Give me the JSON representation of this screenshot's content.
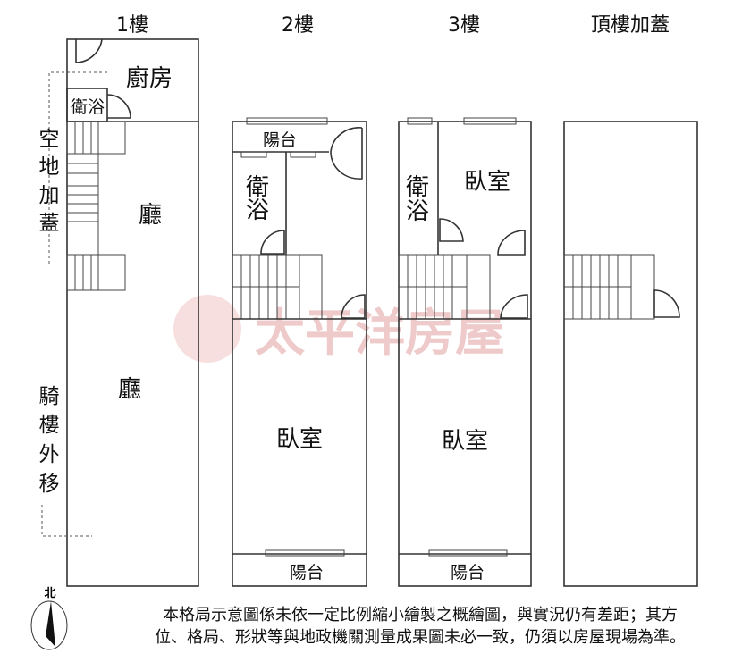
{
  "headers": [
    "1樓",
    "2樓",
    "3樓",
    "頂樓加蓋"
  ],
  "floor1": {
    "kitchen": "廚房",
    "bath": "衛浴",
    "hall_upper": "廳",
    "hall_lower": "廳",
    "side_upper": [
      "空",
      "地",
      "加",
      "蓋"
    ],
    "side_lower": [
      "騎",
      "樓",
      "外",
      "移"
    ]
  },
  "floor2": {
    "balcony_top": "陽台",
    "bath": [
      "衛",
      "浴"
    ],
    "bedroom": "臥室",
    "balcony_bottom": "陽台"
  },
  "floor3": {
    "bath": [
      "衛",
      "浴"
    ],
    "bedroom_top": "臥室",
    "bedroom": "臥室",
    "balcony_bottom": "陽台"
  },
  "watermark": "太平洋房屋",
  "compass": "北",
  "disclaimer": [
    "本格局示意圖係未依一定比例縮小繪製之概繪圖，與實況仍有差距；其方",
    "位、格局、形狀等與地政機關測量成果圖未必一致，仍須以房屋現場為準。"
  ],
  "colors": {
    "wall": "#333333",
    "watermark": "#e8b4b4"
  }
}
